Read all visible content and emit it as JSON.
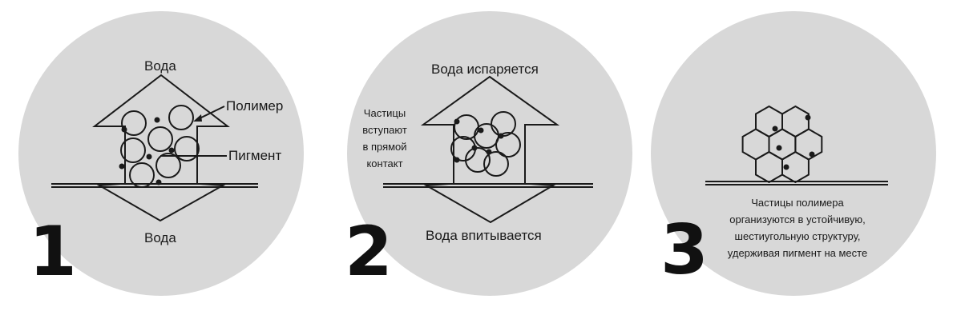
{
  "colors": {
    "circle_bg": "#d8d8d8",
    "ink": "#1a1a1a"
  },
  "panel1": {
    "step_number": "1",
    "water_top": "Вода",
    "water_bottom": "Вода",
    "polymer_label": "Полимер",
    "pigment_label": "Пигмент"
  },
  "panel2": {
    "step_number": "2",
    "water_evaporates": "Вода испаряется",
    "water_absorbed": "Вода впитывается",
    "particles_text": [
      "Частицы",
      "вступают",
      "в прямой",
      "контакт"
    ]
  },
  "panel3": {
    "step_number": "3",
    "description": [
      "Частицы полимера",
      "организуются в устойчивую,",
      "шестиугольную структуру,",
      "удерживая пигмент на месте"
    ]
  }
}
